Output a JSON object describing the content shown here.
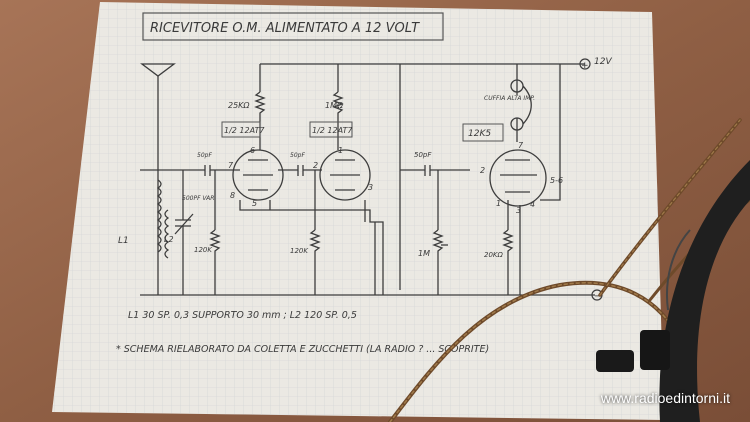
{
  "title": "RICEVITORE O.M. ALIMENTATO A 12 VOLT",
  "supply": {
    "positive": "+",
    "positive_label": "12V",
    "negative": "−"
  },
  "tubes": [
    {
      "name": "1/2 12AT7",
      "pins": [
        "6",
        "7",
        "8"
      ]
    },
    {
      "name": "1/2 12AT7",
      "pins": [
        "2",
        "3",
        "1"
      ]
    },
    {
      "name": "12K5",
      "pins": [
        "7",
        "2",
        "1",
        "3",
        "4",
        "5-6"
      ]
    }
  ],
  "components": {
    "r1": "25KΩ",
    "r2": "1MΩ",
    "c1": "50pF",
    "c2": "50pF",
    "c3": "50pF",
    "cvar": "500PF VAR.",
    "r3": "120K",
    "r4": "120K",
    "pot": "1M",
    "r5": "20KΩ",
    "headphone": "CUFFIA ALTA IMP.",
    "l1": "L1",
    "l2": "L2",
    "pin_label_b": "5"
  },
  "notes": {
    "coils": "L1 30 SP. 0,3 SUPPORTO 30 mm ; L2 120 SP. 0,5",
    "credit": "* SCHEMA RIELABORATO DA COLETTA E ZUCCHETTI (LA RADIO ? ... SCOPRITE)"
  },
  "watermark": "www.radioedintorni.it"
}
